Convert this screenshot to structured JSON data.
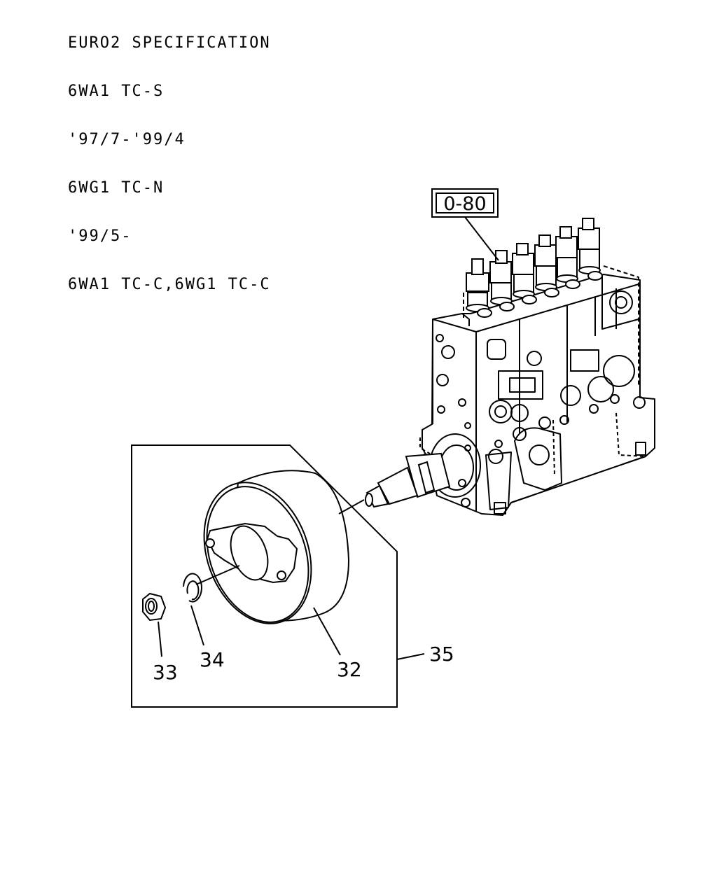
{
  "header": {
    "lines": [
      "EURO2 SPECIFICATION",
      "6WA1 TC-S",
      "'97/7-'99/4",
      "6WG1 TC-N",
      "'99/5-",
      "6WA1 TC-C,6WG1 TC-C"
    ]
  },
  "reference_box": {
    "label": "0-80"
  },
  "callouts": {
    "c32": "32",
    "c33": "33",
    "c34": "34",
    "c35": "35"
  }
}
